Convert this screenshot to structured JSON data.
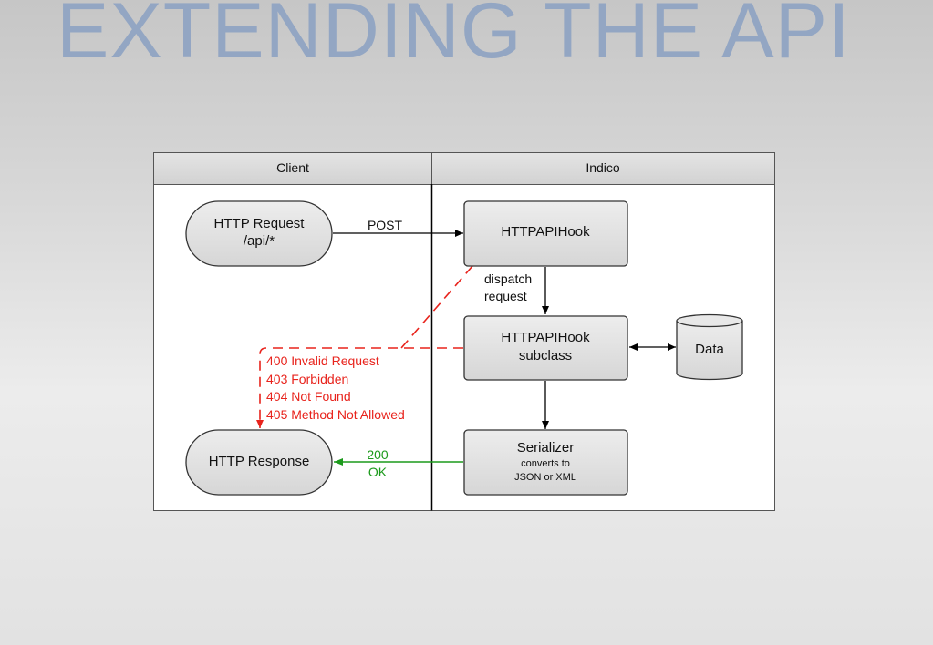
{
  "slide": {
    "title": "EXTENDING THE API"
  },
  "diagram": {
    "lanes": {
      "client": "Client",
      "indico": "Indico"
    },
    "nodes": {
      "http_request": {
        "line1": "HTTP Request",
        "line2": "/api/*"
      },
      "http_api_hook": {
        "label": "HTTPAPIHook"
      },
      "hook_subclass": {
        "line1": "HTTPAPIHook",
        "line2": "subclass"
      },
      "data_store": {
        "label": "Data"
      },
      "serializer": {
        "title": "Serializer",
        "line1": "converts to",
        "line2": "JSON or XML"
      },
      "http_response": {
        "label": "HTTP Response"
      }
    },
    "edges": {
      "post": "POST",
      "dispatch": {
        "line1": "dispatch",
        "line2": "request"
      },
      "ok": {
        "line1": "200",
        "line2": "OK"
      },
      "errors": [
        "400 Invalid Request",
        "403 Forbidden",
        "404 Not Found",
        "405 Method Not Allowed"
      ]
    },
    "colors": {
      "error": "#e8231c",
      "success": "#1c9a1c",
      "node_fill": "#e2e2e2",
      "header_fill": "#dcdcdc"
    }
  }
}
